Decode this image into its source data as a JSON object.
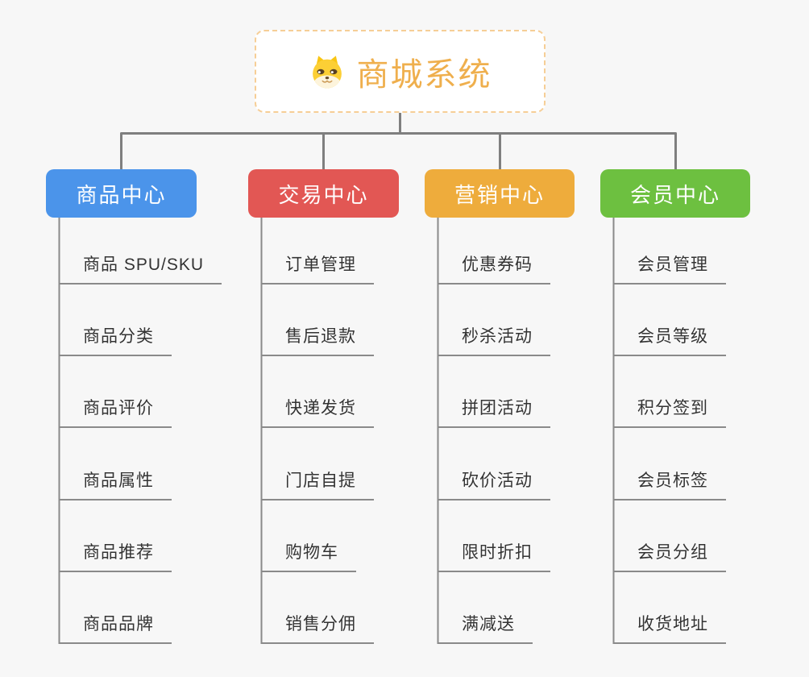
{
  "page": {
    "background_color": "#F7F7F7"
  },
  "root": {
    "title": "商城系统",
    "icon": "dog-face-icon",
    "title_color": "#EFAF4D",
    "border_color": "#F6CE96",
    "background_color": "#FFFFFF"
  },
  "connectors": {
    "tree_color": "#7F7F7F",
    "list_color": "#8A8A8A"
  },
  "branches": [
    {
      "label": "商品中心",
      "color": "#4B94EA",
      "items": [
        "商品 SPU/SKU",
        "商品分类",
        "商品评价",
        "商品属性",
        "商品推荐",
        "商品品牌"
      ]
    },
    {
      "label": "交易中心",
      "color": "#E25754",
      "items": [
        "订单管理",
        "售后退款",
        "快递发货",
        "门店自提",
        "购物车",
        "销售分佣"
      ]
    },
    {
      "label": "营销中心",
      "color": "#EEAC3C",
      "items": [
        "优惠券码",
        "秒杀活动",
        "拼团活动",
        "砍价活动",
        "限时折扣",
        "满减送"
      ]
    },
    {
      "label": "会员中心",
      "color": "#6DC040",
      "items": [
        "会员管理",
        "会员等级",
        "积分签到",
        "会员标签",
        "会员分组",
        "收货地址"
      ]
    }
  ]
}
